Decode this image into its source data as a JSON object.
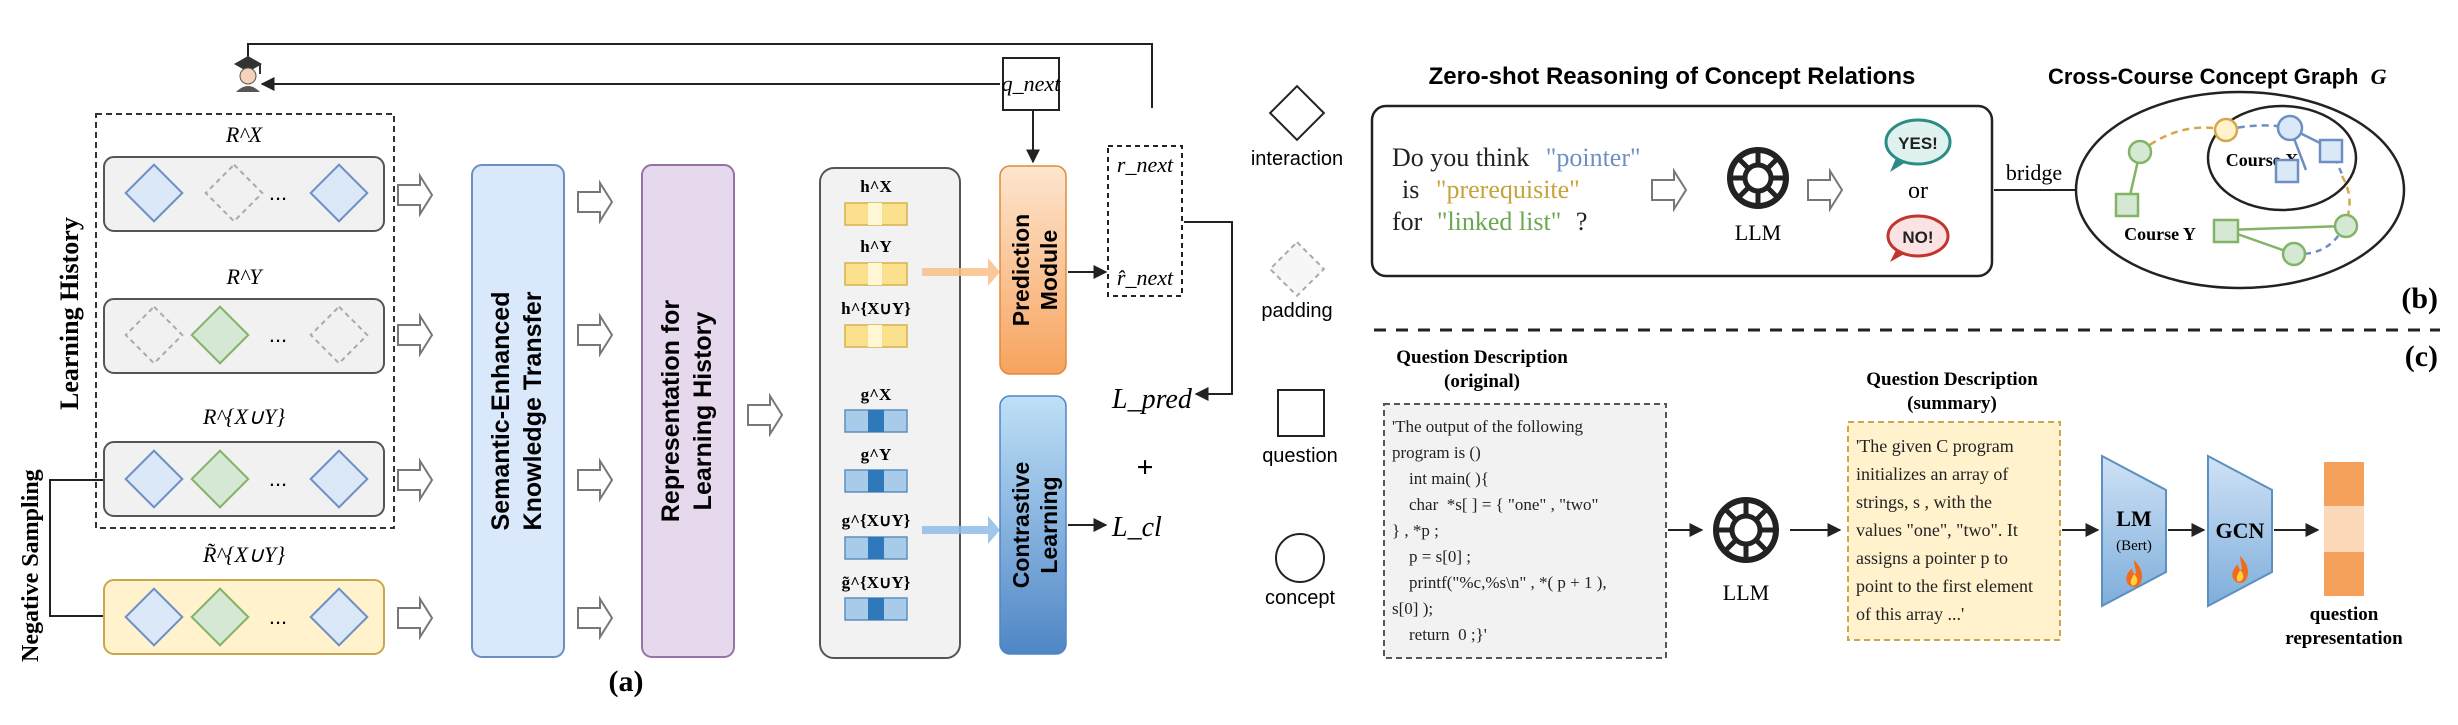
{
  "panel_a": {
    "label": "(a)",
    "learning_history": "Learning History",
    "negative_sampling": "Negative Sampling",
    "row_labels": [
      "R^X",
      "R^Y",
      "R^{X∪Y}",
      "R̃^{X∪Y}"
    ],
    "ellipsis": "...",
    "set_transfer": [
      "Semantic-Enhanced",
      "Knowledge Transfer"
    ],
    "rep_history": [
      "Representation for",
      "Learning History"
    ],
    "prediction": [
      "Prediction",
      "Module"
    ],
    "contrastive": [
      "Contrastive",
      "Learning"
    ],
    "q_next": "q_next",
    "r_next": "r_next",
    "r_hat_next": "r̂_next",
    "vectors_h": [
      "h^X",
      "h^Y",
      "h^{X∪Y}"
    ],
    "vectors_g": [
      "g^X",
      "g^Y",
      "g^{X∪Y}",
      "g̃^{X∪Y}"
    ],
    "loss_pred": "L_pred",
    "plus": "+",
    "loss_cl": "L_cl"
  },
  "legend": {
    "interaction": "interaction",
    "padding": "padding",
    "question": "question",
    "concept": "concept"
  },
  "panel_b": {
    "label": "(b)",
    "title": "Zero-shot Reasoning of Concept Relations",
    "q_line1_a": "Do you think",
    "q_line1_b": "\"pointer\"",
    "q_line2_a": "is",
    "q_line2_b": "\"prerequisite\"",
    "q_line3_a": "for",
    "q_line3_b": "\"linked list\"",
    "q_line3_c": "?",
    "llm": "LLM",
    "yes": "YES!",
    "or": "or",
    "no": "NO!",
    "bridge": "bridge",
    "graph_title": "Cross-Course Concept Graph",
    "graph_symbol": "G",
    "course_x": "Course X",
    "course_y": "Course Y"
  },
  "panel_c": {
    "label": "(c)",
    "orig_title": [
      "Question Description",
      "(original)"
    ],
    "orig_text": [
      "'The output of the following",
      "program is ()",
      "    int main( ){",
      "    char  *s[ ] = { \"one\" , \"two\"",
      "} , *p ;",
      "    p = s[0] ;",
      "    printf(\"%c,%s\\n\" , *( p + 1 ),",
      "s[0] );",
      "    return  0 ;}'"
    ],
    "llm": "LLM",
    "summary_title": [
      "Question Description",
      "(summary)"
    ],
    "summary_text": [
      "'The given C program",
      "initializes an array of",
      "strings, s , with the",
      "values \"one\", \"two\". It",
      "assigns a pointer p to",
      "point to the first element",
      "of this array ...'"
    ],
    "lm": "LM",
    "bert": "(Bert)",
    "gcn": "GCN",
    "q_rep": [
      "question",
      "representation"
    ]
  },
  "colors": {
    "blue_fill": "#dbe8f7",
    "blue_stroke": "#6d8fc4",
    "green_fill": "#d5e8d4",
    "green_stroke": "#82b366",
    "yellow_fill": "#fff2cc",
    "orange": "#f5a15b",
    "purple_fill": "#e6d9ee",
    "set_fill": "#dae8fc",
    "sky_blue": "#7fb3e0"
  }
}
